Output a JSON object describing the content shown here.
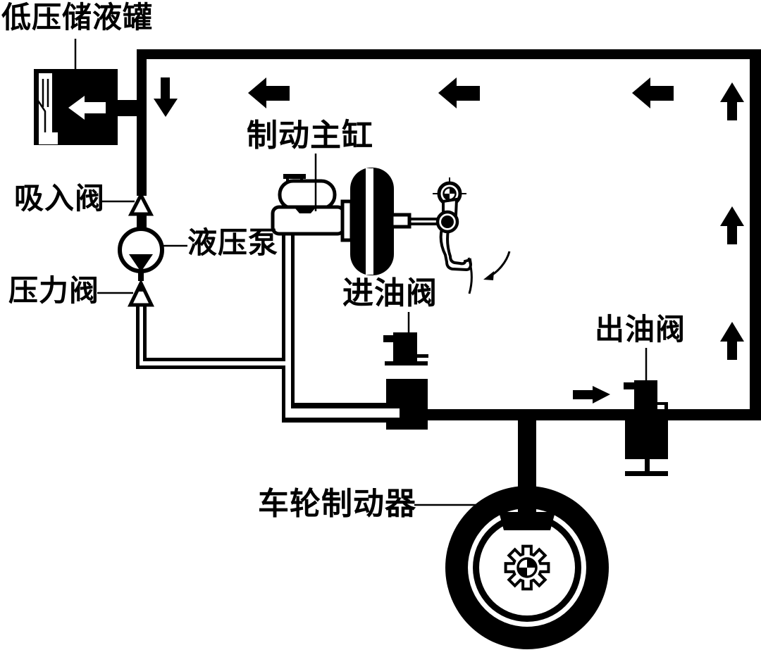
{
  "diagram": {
    "type": "hydraulic-brake-system-schematic",
    "background": "#ffffff",
    "line_color": "#000000",
    "labels": {
      "reservoir": "低压储液罐",
      "suction_valve": "吸入阀",
      "pump": "液压泵",
      "pressure_valve": "压力阀",
      "master_cylinder": "制动主缸",
      "inlet_valve": "进油阀",
      "outlet_valve": "出油阀",
      "wheel_brake": "车轮制动器"
    },
    "flow_arrows": {
      "top_pipe": [
        "left",
        "left",
        "left"
      ],
      "right_pipe": [
        "up",
        "up",
        "up"
      ],
      "left_drop": "down",
      "bottom_pipe_to_outlet_valve": "right",
      "inside_reservoir": "left",
      "pedal_motion": "press-down"
    }
  }
}
